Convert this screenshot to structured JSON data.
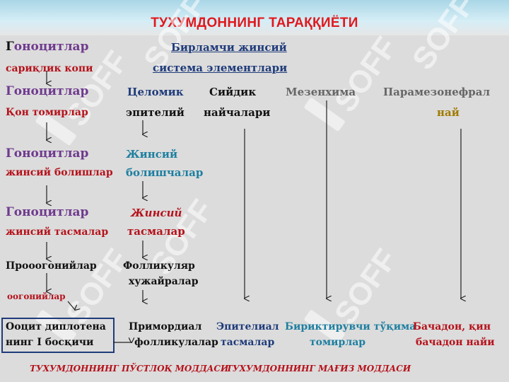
{
  "title": "ТУХУМДОННИНГ ТАРАҚҚИЁТИ",
  "row1": {
    "a_first": "Г",
    "a_rest": "оноцитлар",
    "a_line2": "сариқлик копи",
    "b_line1": "Бирламчи жинсий",
    "b_line2": "система элементлари"
  },
  "row2": {
    "a_line1": "Гоноцитлар",
    "a_line2": "Қон томирлар",
    "b_line1": "Целомик",
    "b_line2": "эпителий",
    "c_line1": "Сийдик",
    "c_line2": "найчалари",
    "d_line1": "Мезенхима",
    "e_line1": "Парамезонефрал",
    "e_line2": "най"
  },
  "row3": {
    "a_line1": "Гоноцитлар",
    "a_line2": "жинсий болишлар",
    "b_line1": "Жинсий",
    "b_line2": "болишчалар"
  },
  "row4": {
    "a_line1": "Гоноцитлар",
    "a_line2": "жинсий тасмалар",
    "b_line1": "Жинсий",
    "b_line2": "тасмалар"
  },
  "row5": {
    "a_line1": "Прооогонийлар",
    "b_line1": "Фолликуляр",
    "b_line2": "хужайралар"
  },
  "row6": {
    "a_line1": "оогонийлар"
  },
  "row7": {
    "a_line1": "Ооцит  диплотена",
    "a_line2": "нинг I босқичи",
    "b_line1": "Примордиал",
    "b_line2": "фолликулалар",
    "c_line1": "Эпителиал",
    "c_line2": "тасмалар",
    "d_line1": "Бириктирувчи тўқима",
    "d_line2": "томирлар",
    "e_line1": "Бачадон, қин",
    "e_line2": "бачадон найи"
  },
  "footer": {
    "left": "ТУХУМДОННИНГ ПЎСТЛОҚ МОДДАСИ",
    "right": "ТУХУМДОННИНГ МАҒИЗ МОДДАСИ"
  },
  "watermark": {
    "text": "SOFF",
    "color": "#ffffff"
  },
  "colors": {
    "title": "#e0191e",
    "purple": "#6f3a8e",
    "red": "#b5121b",
    "navy": "#1f3b7a",
    "teal": "#1e7fa0",
    "olive": "#a07a00"
  }
}
